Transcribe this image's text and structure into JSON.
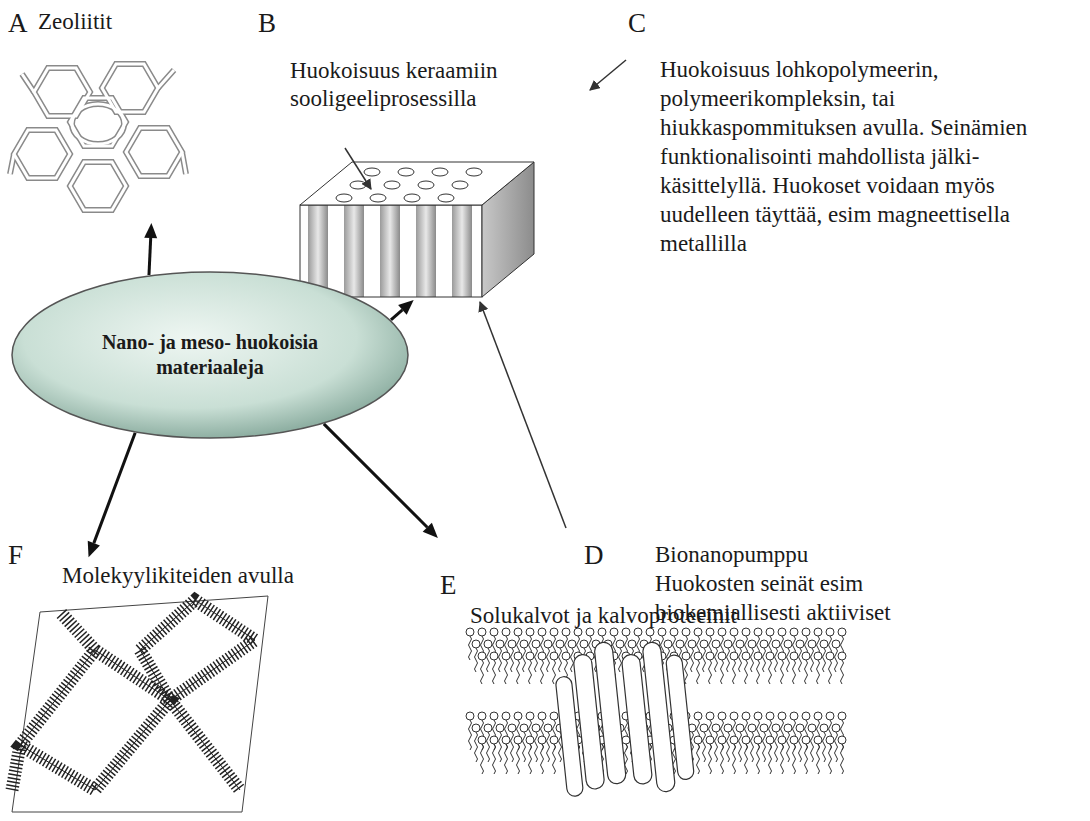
{
  "diagram": {
    "nodes": [
      {
        "text": [
          "Nano- ja meso- huokoisia materiaaleja"
        ]
      },
      {
        "text": [
          "Zeoliitit"
        ]
      },
      {
        "text": [
          "Huokoisuus keraamiin sooligeeliprosessilla"
        ]
      },
      {
        "text": [
          "Molekyylikiteiden avulla"
        ]
      },
      {
        "text": [
          "Solukalvot ja kalvoproteeinit"
        ]
      }
    ],
    "edges": [
      {
        "from": 0,
        "to": 1,
        "arrow": "to"
      },
      {
        "from": 0,
        "to": 2,
        "arrow": "to"
      },
      {
        "from": 0,
        "to": 3,
        "arrow": "to"
      },
      {
        "from": 0,
        "to": 4,
        "arrow": "to"
      }
    ],
    "labels": [
      "A",
      "B",
      "C",
      "Huokoisuus lohkopolymeerin, polymeerikompleksin, tai hiukkaspommituksen avulla. Seinämien funktionalisointi mahdollista jälki- käsittelyllä. Huokoset voidaan myös uudelleen täyttää, esim magneettisella metallilla",
      "D",
      "Bionanopumppu Huokosten seinät esim biokemiallisesti aktiiviset",
      "E",
      "F"
    ]
  }
}
